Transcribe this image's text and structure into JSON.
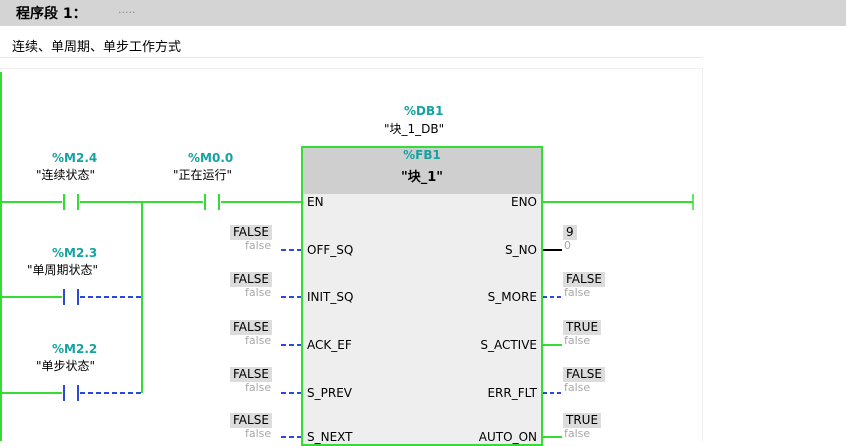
{
  "segment": {
    "title": "程序段 1：",
    "dots": "....."
  },
  "comment": "连续、单周期、单步工作方式",
  "contacts": [
    {
      "address": "%M2.4",
      "tag": "\"连续状态\""
    },
    {
      "address": "%M0.0",
      "tag": "\"正在运行\""
    },
    {
      "address": "%M2.3",
      "tag": "\"单周期状态\""
    },
    {
      "address": "%M2.2",
      "tag": "\"单步状态\""
    }
  ],
  "instance_db": {
    "address": "%DB1",
    "tag": "\"块_1_DB\""
  },
  "function_block": {
    "address": "%FB1",
    "name": "\"块_1\""
  },
  "inputs": [
    {
      "pin": "EN"
    },
    {
      "pin": "OFF_SQ",
      "value": "FALSE",
      "param": "false"
    },
    {
      "pin": "INIT_SQ",
      "value": "FALSE",
      "param": "false"
    },
    {
      "pin": "ACK_EF",
      "value": "FALSE",
      "param": "false"
    },
    {
      "pin": "S_PREV",
      "value": "FALSE",
      "param": "false"
    },
    {
      "pin": "S_NEXT",
      "value": "FALSE",
      "param": "false"
    }
  ],
  "outputs": [
    {
      "pin": "ENO"
    },
    {
      "pin": "S_NO",
      "value": "9",
      "param": "0"
    },
    {
      "pin": "S_MORE",
      "value": "FALSE",
      "param": "false"
    },
    {
      "pin": "S_ACTIVE",
      "value": "TRUE",
      "param": "false"
    },
    {
      "pin": "ERR_FLT",
      "value": "FALSE",
      "param": "false"
    },
    {
      "pin": "AUTO_ON",
      "value": "TRUE",
      "param": "false"
    }
  ],
  "colors": {
    "energized": "#33dd33",
    "de_energized": "#2a4ad8",
    "address": "#17a2a2"
  }
}
